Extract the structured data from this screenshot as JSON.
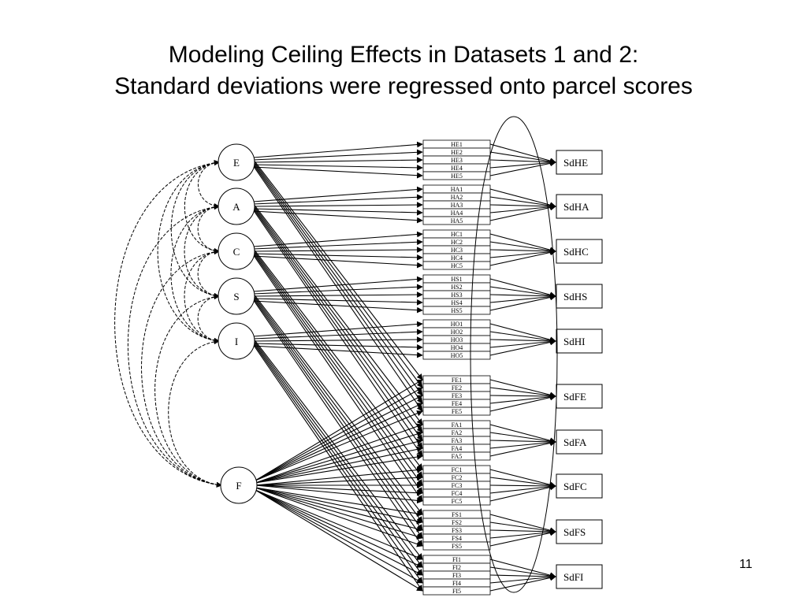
{
  "slide": {
    "title_line1": "Modeling Ceiling Effects in Datasets 1 and 2:",
    "title_line2": "Standard deviations were regressed onto parcel scores",
    "page_number": "11"
  },
  "latents": [
    "E",
    "A",
    "C",
    "S",
    "I",
    "F"
  ],
  "groups": [
    {
      "indicators": [
        "HE1",
        "HE2",
        "HE3",
        "HE4",
        "HE5"
      ],
      "sd": "SdHE",
      "trait": "E"
    },
    {
      "indicators": [
        "HA1",
        "HA2",
        "HA3",
        "HA4",
        "HA5"
      ],
      "sd": "SdHA",
      "trait": "A"
    },
    {
      "indicators": [
        "HC1",
        "HC2",
        "HC3",
        "HC4",
        "HC5"
      ],
      "sd": "SdHC",
      "trait": "C"
    },
    {
      "indicators": [
        "HS1",
        "HS2",
        "HS3",
        "HS4",
        "HS5"
      ],
      "sd": "SdHS",
      "trait": "S"
    },
    {
      "indicators": [
        "HO1",
        "HO2",
        "HO3",
        "HO4",
        "HO5"
      ],
      "sd": "SdHI",
      "trait": "I"
    },
    {
      "indicators": [
        "FE1",
        "FE2",
        "FE3",
        "FE4",
        "FE5"
      ],
      "sd": "SdFE",
      "trait": "E"
    },
    {
      "indicators": [
        "FA1",
        "FA2",
        "FA3",
        "FA4",
        "FA5"
      ],
      "sd": "SdFA",
      "trait": "A"
    },
    {
      "indicators": [
        "FC1",
        "FC2",
        "FC3",
        "FC4",
        "FC5"
      ],
      "sd": "SdFC",
      "trait": "C"
    },
    {
      "indicators": [
        "FS1",
        "FS2",
        "FS3",
        "FS4",
        "FS5"
      ],
      "sd": "SdFS",
      "trait": "S"
    },
    {
      "indicators": [
        "FI1",
        "FI2",
        "FI3",
        "FI4",
        "FI5"
      ],
      "sd": "SdFI",
      "trait": "I"
    }
  ]
}
